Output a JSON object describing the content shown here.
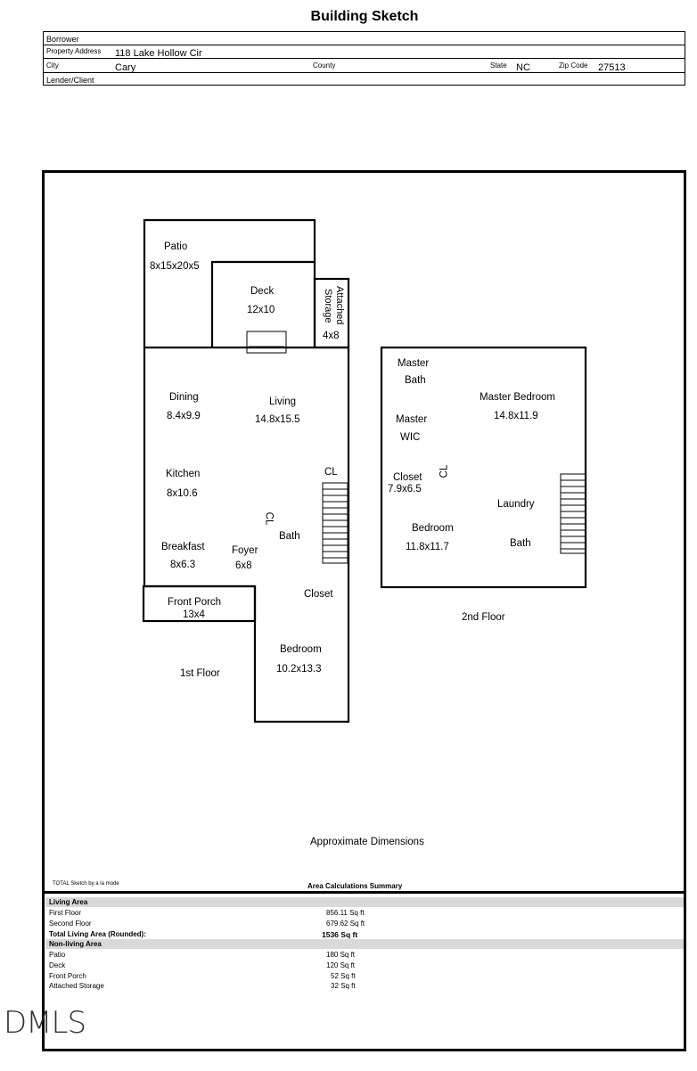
{
  "title": "Building Sketch",
  "header": {
    "borrower_label": "Borrower",
    "borrower": "",
    "property_address_label": "Property Address",
    "property_address": "118 Lake Hollow Cir",
    "city_label": "City",
    "city": "Cary",
    "county_label": "County",
    "county": "",
    "state_label": "State",
    "state": "NC",
    "zip_label": "Zip Code",
    "zip": "27513",
    "lender_label": "Lender/Client",
    "lender": ""
  },
  "sketch": {
    "rooms": {
      "patio": "Patio",
      "patio_dim": "8x15x20x5",
      "deck": "Deck",
      "deck_dim": "12x10",
      "attached_storage": "Attached Storage",
      "storage_dim": "4x8",
      "dining": "Dining",
      "dining_dim": "8.4x9.9",
      "living": "Living",
      "living_dim": "14.8x15.5",
      "kitchen": "Kitchen",
      "kitchen_dim": "8x10.6",
      "cl1": "CL",
      "cl2": "CL",
      "bath1": "Bath",
      "breakfast": "Breakfast",
      "breakfast_dim": "8x6.3",
      "foyer": "Foyer",
      "foyer_dim": "6x8",
      "closet1": "Closet",
      "front_porch": "Front Porch",
      "front_porch_dim": "13x4",
      "bedroom1": "Bedroom",
      "bedroom1_dim": "10.2x13.3",
      "first_floor": "1st Floor",
      "master_bath_1": "Master",
      "master_bath_2": "Bath",
      "master_bedroom": "Master Bedroom",
      "master_bedroom_dim": "14.8x11.9",
      "master_wic_1": "Master",
      "master_wic_2": "WIC",
      "cl3": "CL",
      "closet2": "Closet",
      "closet2_dim": "7.9x6.5",
      "laundry": "Laundry",
      "bedroom2": "Bedroom",
      "bedroom2_dim": "11.8x11.7",
      "bath2": "Bath",
      "second_floor": "2nd Floor"
    },
    "approx": "Approximate Dimensions"
  },
  "footer_left": "TOTAL Sketch by a la mode",
  "summary": {
    "title": "Area Calculations Summary",
    "living_header": "Living Area",
    "first_floor": "First Floor",
    "first_floor_val": "856.11 Sq ft",
    "second_floor": "Second Floor",
    "second_floor_val": "679.62 Sq ft",
    "total": "Total Living Area (Rounded):",
    "total_val": "1536 Sq ft",
    "nonliving_header": "Non-living Area",
    "patio": "Patio",
    "patio_val": "180 Sq ft",
    "deck": "Deck",
    "deck_val": "120 Sq ft",
    "front_porch": "Front Porch",
    "front_porch_val": "52 Sq ft",
    "storage": "Attached Storage",
    "storage_val": "32 Sq ft"
  },
  "watermark": "DMLS"
}
